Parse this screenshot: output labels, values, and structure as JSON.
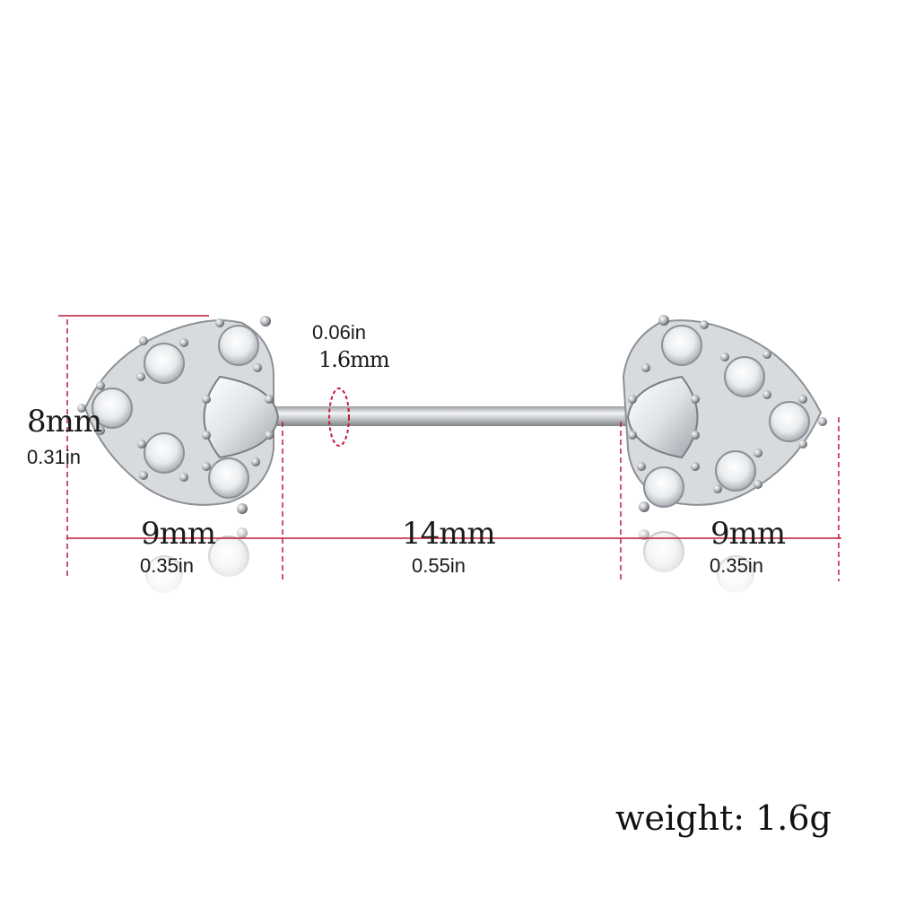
{
  "product": {
    "gauge": {
      "inch": "0.06in",
      "mm": "1.6mm"
    },
    "head_height": {
      "mm": "8mm",
      "inch": "0.31in"
    },
    "left_head_width": {
      "mm": "9mm",
      "inch": "0.35in"
    },
    "bar_length": {
      "mm": "14mm",
      "inch": "0.55in"
    },
    "right_head_width": {
      "mm": "9mm",
      "inch": "0.35in"
    },
    "weight": "weight: 1.6g"
  },
  "colors": {
    "dimension_line": "#c21a3a",
    "metal": "#b9bcc0",
    "gem": "#eef1f4"
  },
  "icons": [
    "jewel-cluster-left",
    "jewel-cluster-right",
    "barbell-bar",
    "gauge-ring"
  ]
}
